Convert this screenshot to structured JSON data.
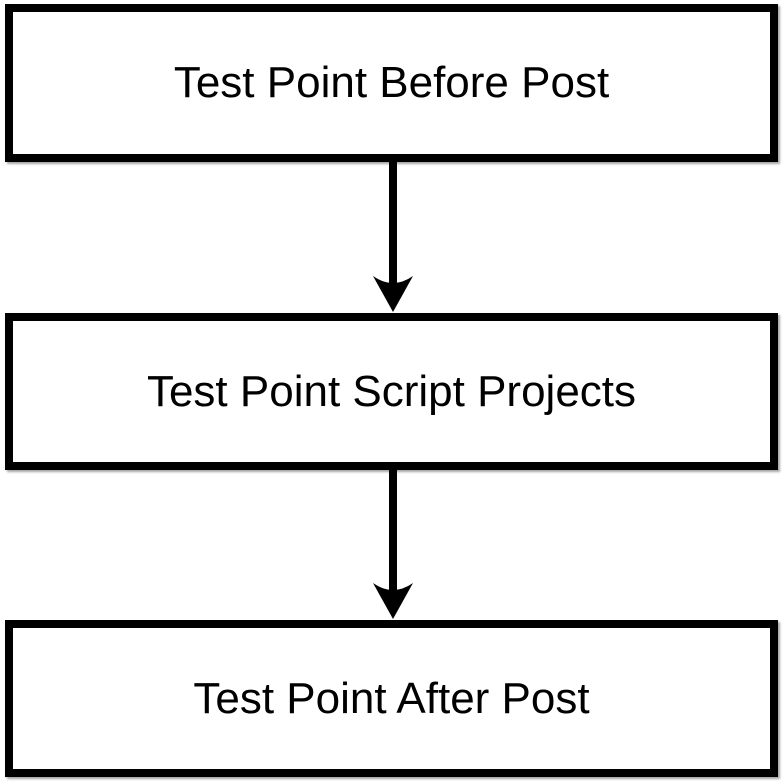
{
  "diagram": {
    "type": "flowchart",
    "direction": "top-down",
    "nodes": [
      {
        "id": "before",
        "label": "Test Point Before Post"
      },
      {
        "id": "script",
        "label": "Test Point Script Projects"
      },
      {
        "id": "after",
        "label": "Test Point After Post"
      }
    ],
    "edges": [
      {
        "from": "before",
        "to": "script",
        "style": "solid-arrow"
      },
      {
        "from": "script",
        "to": "after",
        "style": "solid-arrow"
      }
    ],
    "colors": {
      "node_border": "#000000",
      "node_fill": "#ffffff",
      "text": "#000000",
      "arrow": "#000000",
      "background": "#ffffff"
    }
  }
}
